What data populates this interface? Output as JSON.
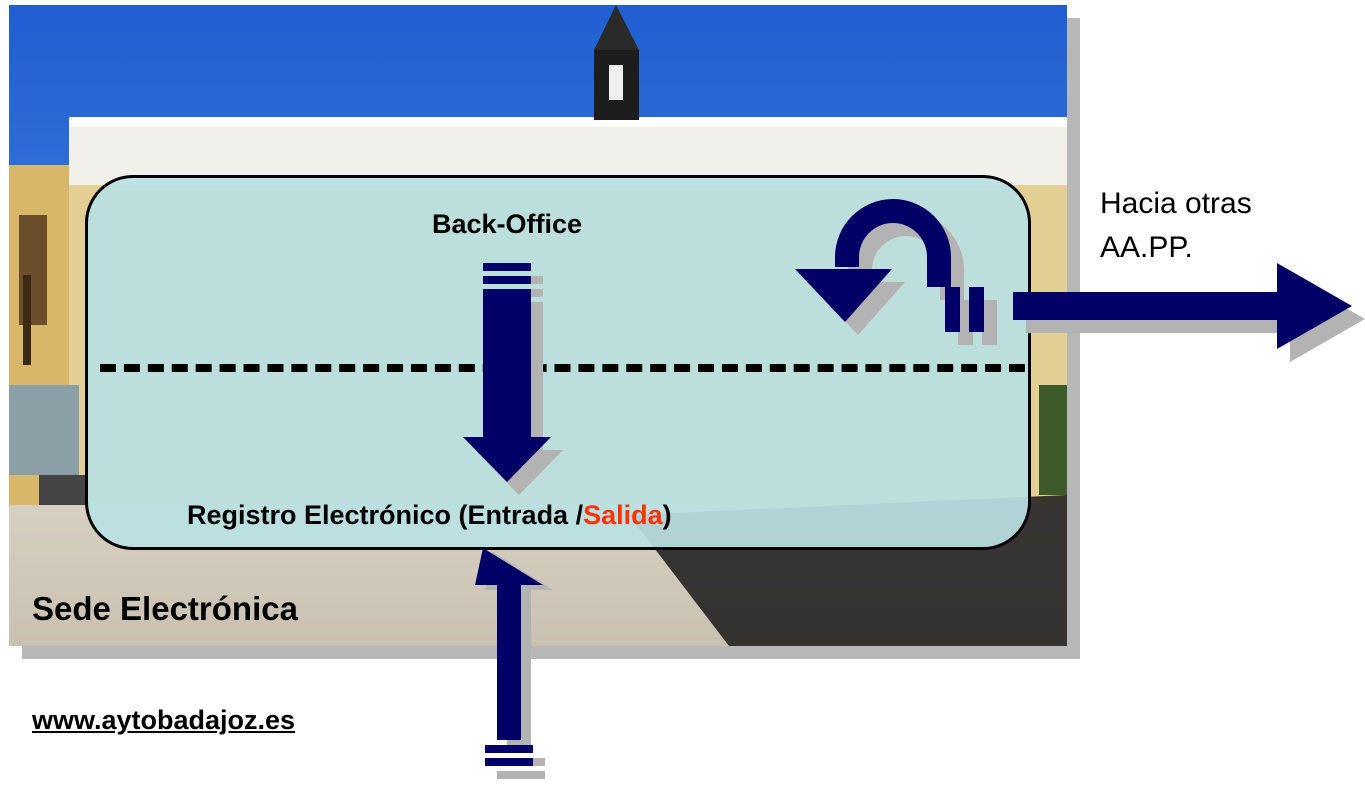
{
  "diagram": {
    "back_office_label": "Back-Office",
    "registro_prefix": "Registro Electrónico (Entrada /",
    "registro_salida": "Salida",
    "registro_suffix": ")",
    "sede_label": "Sede Electrónica",
    "url_label": "www.aytobadajoz.es",
    "external_line1": "Hacia otras",
    "external_line2": "AA.PP."
  },
  "colors": {
    "arrow": "#000066",
    "arrow_shadow": "#b3b3b3",
    "box_fill": "#bae0e2",
    "salida_text": "#ff3300"
  }
}
